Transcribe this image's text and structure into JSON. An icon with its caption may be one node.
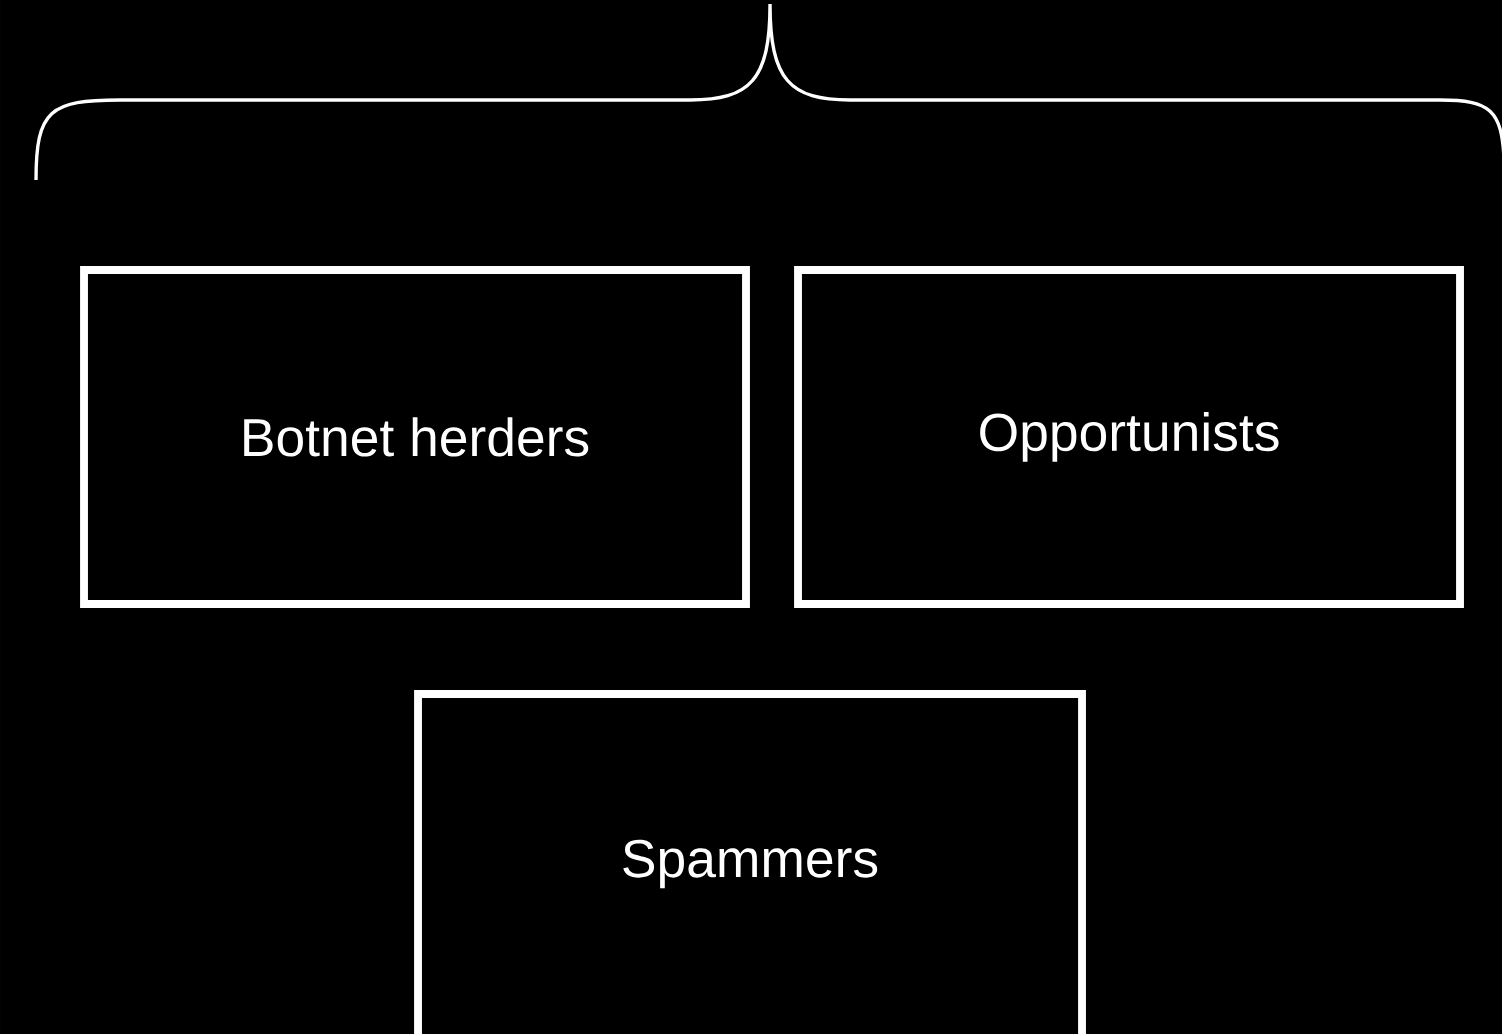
{
  "diagram": {
    "nodes": [
      {
        "text": [
          "Botnet herders"
        ]
      },
      {
        "text": [
          "Opportunists"
        ]
      },
      {
        "text": [
          "Spammers"
        ]
      }
    ]
  }
}
